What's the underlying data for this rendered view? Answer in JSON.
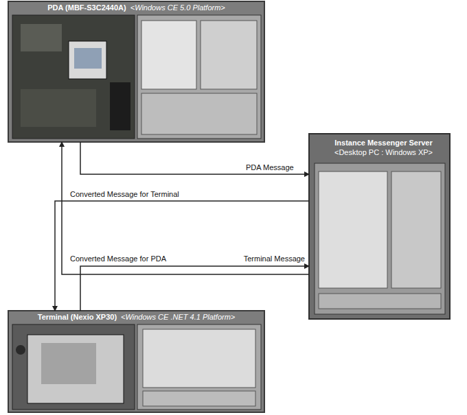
{
  "diagram": {
    "nodes": [
      {
        "text": [
          "PDA (MBF-S3C2440A)",
          "<Windows CE 5.0 Platform>"
        ]
      },
      {
        "text": [
          "Instance Messenger Server",
          "<Desktop PC : Windows XP>"
        ]
      },
      {
        "text": [
          "Terminal (Nexio XP30)",
          "<Windows CE .NET 4.1 Platform>"
        ]
      }
    ],
    "edges": [
      {
        "from": 0,
        "to": 1,
        "label": "PDA Message",
        "arrow": "to"
      },
      {
        "from": 1,
        "to": 2,
        "label": "Converted Message for Terminal",
        "arrow": "to"
      },
      {
        "from": 1,
        "to": 0,
        "label": "Converted Message for PDA",
        "arrow": "to"
      },
      {
        "from": 2,
        "to": 1,
        "label": "Terminal Message",
        "arrow": "to"
      }
    ]
  }
}
